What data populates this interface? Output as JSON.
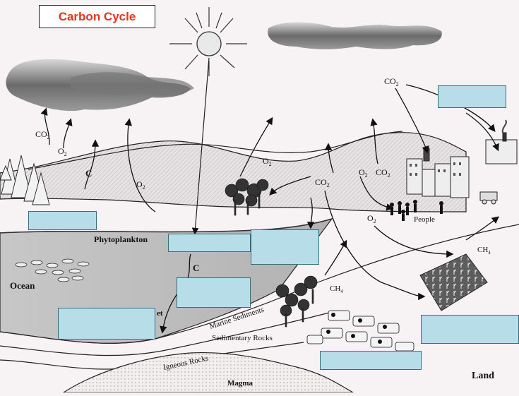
{
  "title": "Carbon Cycle",
  "labels": {
    "co2": "CO",
    "o2": "O",
    "sub2": "2",
    "c": "C",
    "phytoplankton": "Phytoplankton",
    "ocean": "Ocean",
    "people": "People",
    "ch4": "CH",
    "sub4": "4",
    "marine_sediments": "Marine Sediments",
    "sedimentary_rocks": "Sedimentary Rocks",
    "igneous_rocks": "Igneous Rocks",
    "magma": "Magma",
    "land": "Land",
    "partial_et": "et"
  },
  "colors": {
    "title_text": "#e8331c",
    "blank_fill": "#b7dde8",
    "blank_border": "#3a6c7d",
    "ocean": "#bdbdbd"
  },
  "answer_blanks": [
    "",
    "",
    "",
    "",
    "",
    "",
    "",
    ""
  ]
}
